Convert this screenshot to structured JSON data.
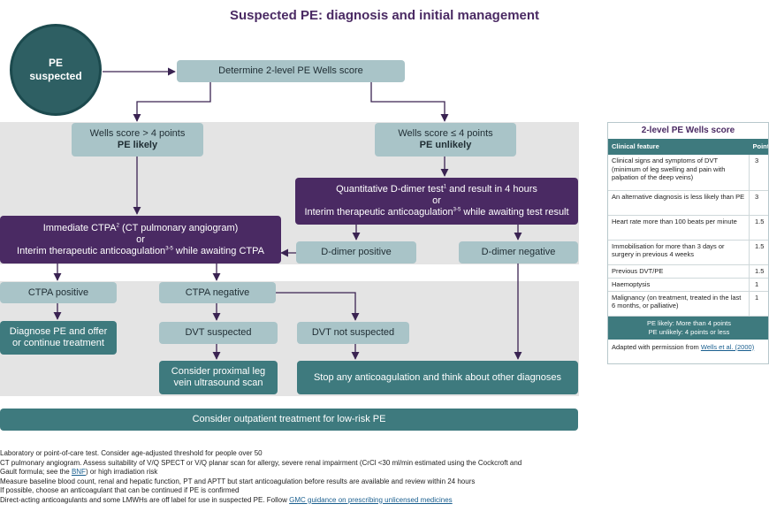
{
  "title": "Suspected PE: diagnosis and initial management",
  "circle": {
    "line1": "PE",
    "line2": "suspected"
  },
  "nodes": {
    "determine": "Determine 2-level PE Wells score",
    "likely_line1": "Wells score > 4 points",
    "likely_line2": "PE likely",
    "unlikely_line1": "Wells score ≤ 4 points",
    "unlikely_line2": "PE unlikely",
    "ddimer_line1": "Quantitative D-dimer test",
    "ddimer_sup1": "1",
    "ddimer_line1b": " and result in 4 hours",
    "ddimer_or": "or",
    "ddimer_line3": "Interim therapeutic anticoagulation",
    "ddimer_sup3": "3-5",
    "ddimer_line3b": " while awaiting test result",
    "ctpa_line1": "Immediate CTPA",
    "ctpa_sup1": "2",
    "ctpa_line1b": " (CT pulmonary angiogram)",
    "ctpa_or": "or",
    "ctpa_line3": "Interim therapeutic anticoagulation",
    "ctpa_sup3": "3-5",
    "ctpa_line3b": " while awaiting CTPA",
    "ddimer_positive": "D-dimer positive",
    "ddimer_negative": "D-dimer negative",
    "ctpa_positive": "CTPA positive",
    "ctpa_negative": "CTPA negative",
    "diagnose_line1": "Diagnose PE and offer",
    "diagnose_line2": "or continue treatment",
    "dvt_suspected": "DVT suspected",
    "dvt_not_suspected": "DVT not suspected",
    "ultrasound_line1": "Consider proximal leg",
    "ultrasound_line2": "vein ultrasound scan",
    "stop": "Stop any anticoagulation and think about other diagnoses",
    "outpatient": "Consider outpatient treatment for low-risk PE"
  },
  "notes": [
    {
      "text": "Laboratory or point-of-care test. Consider age-adjusted threshold for people over 50"
    },
    {
      "text": "CT pulmonary angiogram. Assess suitability of V/Q SPECT or V/Q planar scan for allergy, severe renal impairment (CrCl <30 ml/min estimated using the Cockcroft and"
    },
    {
      "pre": "Gault formula; see the ",
      "link": "BNF",
      "post": ") or high irradiation risk"
    },
    {
      "text": "Measure baseline blood count, renal and hepatic function, PT and APTT but start anticoagulation before results are available and review within 24 hours"
    },
    {
      "text": "If possible, choose an anticoagulant that can be continued if PE is confirmed"
    },
    {
      "pre": "Direct-acting anticoagulants and some LMWHs are off label for use in suspected PE. Follow ",
      "link": "GMC guidance on prescribing unlicensed medicines",
      "post": ""
    }
  ],
  "wells": {
    "title": "2-level PE Wells score",
    "col_feature": "Clinical feature",
    "col_points": "Points",
    "rows": [
      {
        "feature": "Clinical signs and symptoms of DVT (minimum of leg swelling and pain with palpation of the deep veins)",
        "points": "3"
      },
      {
        "feature": "An alternative diagnosis is less likely than PE",
        "points": "3"
      },
      {
        "feature": "Heart rate more than 100 beats per minute",
        "points": "1.5"
      },
      {
        "feature": "Immobilisation for more than 3 days or surgery in previous 4 weeks",
        "points": "1.5"
      },
      {
        "feature": "Previous DVT/PE",
        "points": "1.5"
      },
      {
        "feature": "Haemoptysis",
        "points": "1"
      },
      {
        "feature": "Malignancy (on treatment, treated in the last 6 months, or palliative)",
        "points": "1"
      }
    ],
    "summary_likely": "PE likely: More than 4 points",
    "summary_unlikely": "PE unlikely: 4 points or less",
    "adapted_pre": "Adapted with permission from ",
    "adapted_link": "Wells et al. (2000)"
  }
}
